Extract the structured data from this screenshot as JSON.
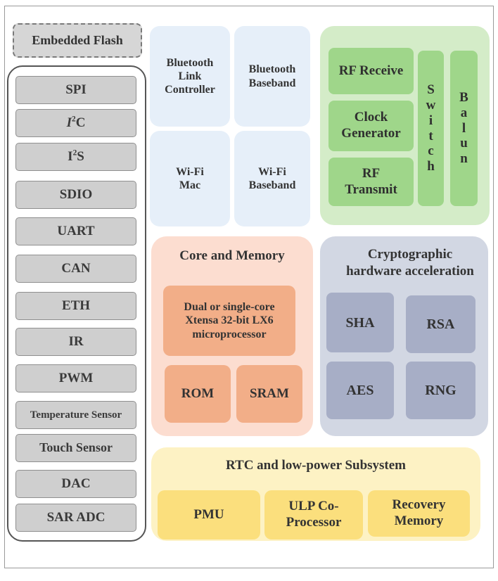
{
  "embedded_flash": "Embedded Flash",
  "peripherals": [
    "SPI",
    "I2C",
    "I2S",
    "SDIO",
    "UART",
    "CAN",
    "ETH",
    "IR",
    "PWM",
    "Temperature Sensor",
    "Touch Sensor",
    "DAC",
    "SAR ADC"
  ],
  "wireless": {
    "bt_link": "Bluetooth Link Controller",
    "bt_baseband": "Bluetooth Baseband",
    "wifi_mac": "Wi-Fi Mac",
    "wifi_baseband": "Wi-Fi Baseband"
  },
  "rf": {
    "receive": "RF Receive",
    "clock": "Clock Generator",
    "transmit": "RF Transmit",
    "switch_letters": [
      "S",
      "w",
      "i",
      "t",
      "c",
      "h"
    ],
    "balun_letters": [
      "B",
      "a",
      "l",
      "u",
      "n"
    ]
  },
  "core": {
    "title": "Core and Memory",
    "processor": "Dual or single-core Xtensa 32-bit LX6 microprocessor",
    "rom": "ROM",
    "sram": "SRAM"
  },
  "crypto": {
    "title": "Cryptographic hardware acceleration",
    "sha": "SHA",
    "rsa": "RSA",
    "aes": "AES",
    "rng": "RNG"
  },
  "rtc": {
    "title": "RTC and low-power Subsystem",
    "pmu": "PMU",
    "ulp": "ULP Co-Processor",
    "recovery": "Recovery Memory"
  }
}
